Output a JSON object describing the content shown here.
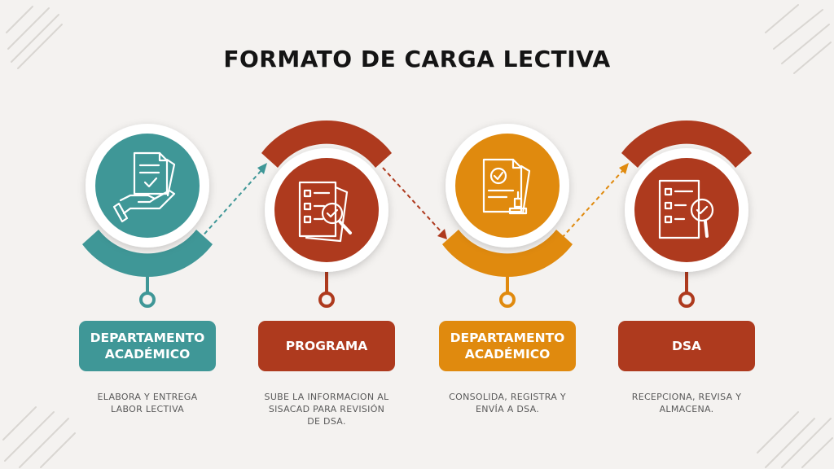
{
  "title": "FORMATO DE CARGA LECTIVA",
  "colors": {
    "teal": "#3f9797",
    "red": "#ae3a1e",
    "orange": "#e08a0e",
    "cream": "#ffffff"
  },
  "steps": [
    {
      "label": "DEPARTAMENTO\nACADÉMICO",
      "description": "ELABORA Y ENTREGA\nLABOR LECTIVA",
      "color": "#3f9797",
      "icon": "hand-document-check-icon"
    },
    {
      "label": "PROGRAMA",
      "description": "SUBE LA INFORMACION AL\nSISACAD PARA REVISIÓN\nDE DSA.",
      "color": "#ae3a1e",
      "icon": "checklist-magnifier-icon"
    },
    {
      "label": "DEPARTAMENTO\nACADÉMICO",
      "description": "CONSOLIDA, REGISTRA Y\nENVÍA A DSA.",
      "color": "#e08a0e",
      "icon": "certificate-stamp-icon"
    },
    {
      "label": "DSA",
      "description": "RECEPCIONA, REVISA Y\nALMACENA.",
      "color": "#ae3a1e",
      "icon": "checklist-magnifier-icon"
    }
  ]
}
